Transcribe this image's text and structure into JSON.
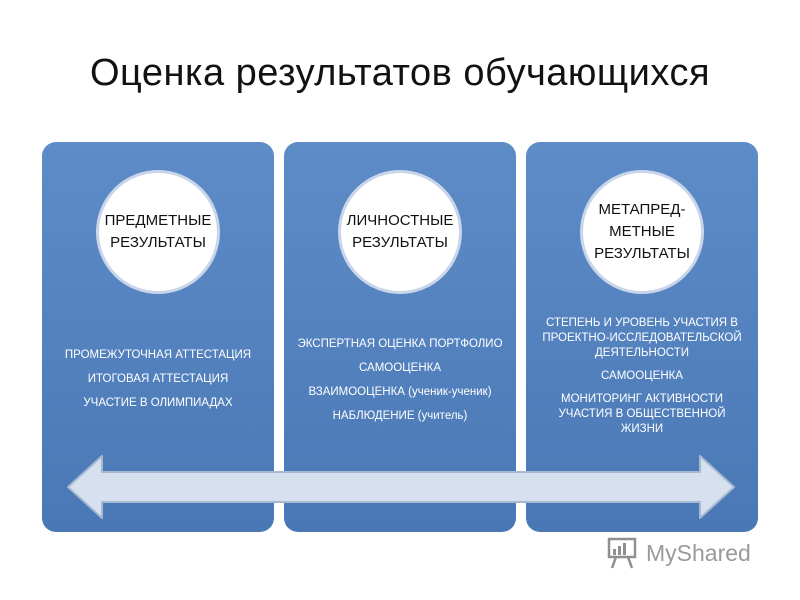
{
  "title": "Оценка результатов обучающихся",
  "panels": [
    {
      "circle_label": "ПРЕДМЕТНЫЕ\nРЕЗУЛЬТАТЫ",
      "items": [
        "ПРОМЕЖУТОЧНАЯ АТТЕСТАЦИЯ",
        "ИТОГОВАЯ АТТЕСТАЦИЯ",
        "УЧАСТИЕ В ОЛИМПИАДАХ"
      ]
    },
    {
      "circle_label": "ЛИЧНОСТНЫЕ\nРЕЗУЛЬТАТЫ",
      "items": [
        "ЭКСПЕРТНАЯ ОЦЕНКА ПОРТФОЛИО",
        "САМООЦЕНКА",
        "ВЗАИМООЦЕНКА (ученик-ученик)",
        "НАБЛЮДЕНИЕ (учитель)"
      ]
    },
    {
      "circle_label": "МЕТАПРЕД-\nМЕТНЫЕ\nРЕЗУЛЬТАТЫ",
      "items": [
        "СТЕПЕНЬ И УРОВЕНЬ УЧАСТИЯ В ПРОЕКТНО-ИССЛЕДОВАТЕЛЬСКОЙ ДЕЯТЕЛЬНОСТИ",
        "САМООЦЕНКА",
        "МОНИТОРИНГ АКТИВНОСТИ УЧАСТИЯ В ОБЩЕСТВЕННОЙ ЖИЗНИ"
      ]
    }
  ],
  "arrow": {
    "icon": "double-arrow-icon",
    "fill": "#d6e0ee",
    "stroke": "#a7b9d2"
  },
  "watermark": {
    "text": "MyShared",
    "icon": "presentation-board-icon"
  },
  "colors": {
    "panel": "#4f7fbd",
    "circle_border": "#c9d6ea"
  }
}
